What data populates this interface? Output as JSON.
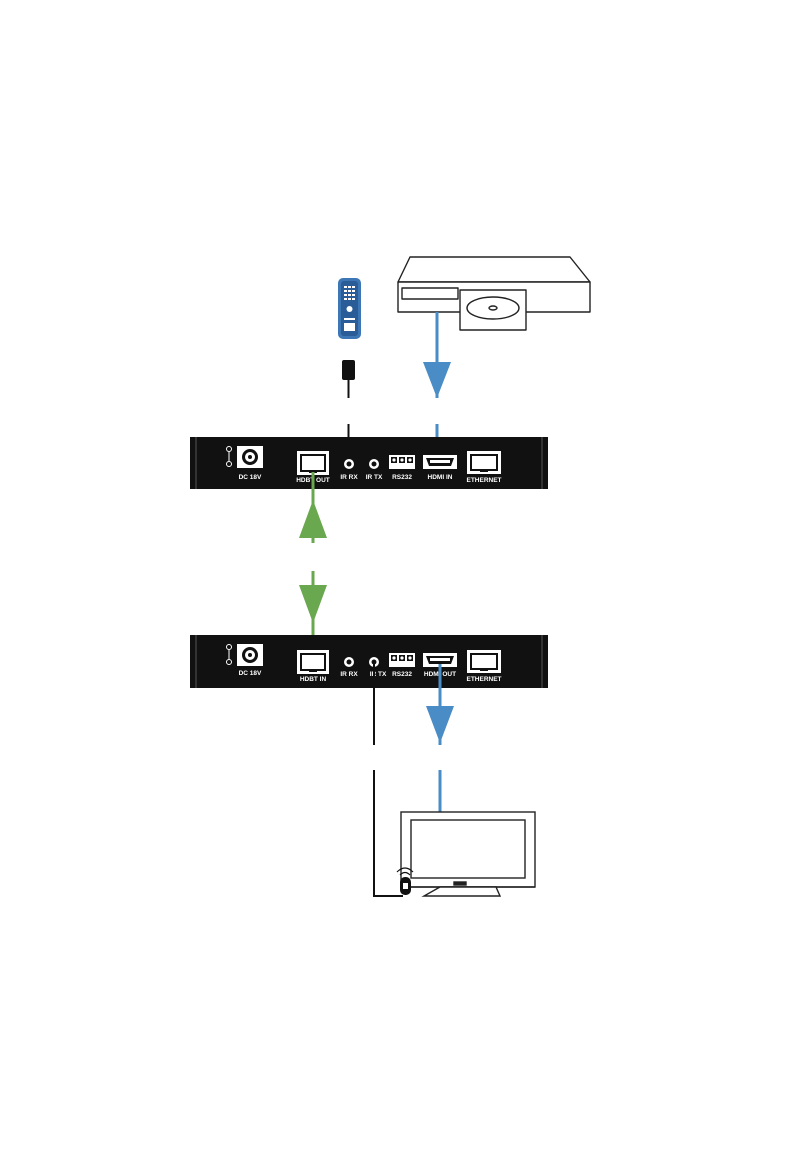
{
  "colors": {
    "hdmi_cable": "#4a8cc6",
    "hdbt_cable": "#6aa84f",
    "ir_cable": "#111111",
    "panel": "#111111",
    "line_art": "#222222"
  },
  "icons": {
    "source": "dvd-player-icon",
    "remote": "ir-remote-icon",
    "display": "tv-icon",
    "ir_emitter": "ir-emitter-icon",
    "ir_receiver": "ir-receiver-icon",
    "power": "power-polarity-icon"
  },
  "transmitter": {
    "labels": {
      "dc": "DC 18V",
      "hdbt": "HDBT OUT",
      "ir_rx": "IR RX",
      "ir_tx": "IR TX",
      "rs232": "RS232",
      "hdmi": "HDMI IN",
      "ethernet": "ETHERNET"
    }
  },
  "receiver": {
    "labels": {
      "dc": "DC 18V",
      "hdbt": "HDBT IN",
      "ir_rx": "IR RX",
      "ir_tx": "IR TX",
      "rs232": "RS232",
      "hdmi": "HDMI OUT",
      "ethernet": "ETHERNET"
    }
  }
}
